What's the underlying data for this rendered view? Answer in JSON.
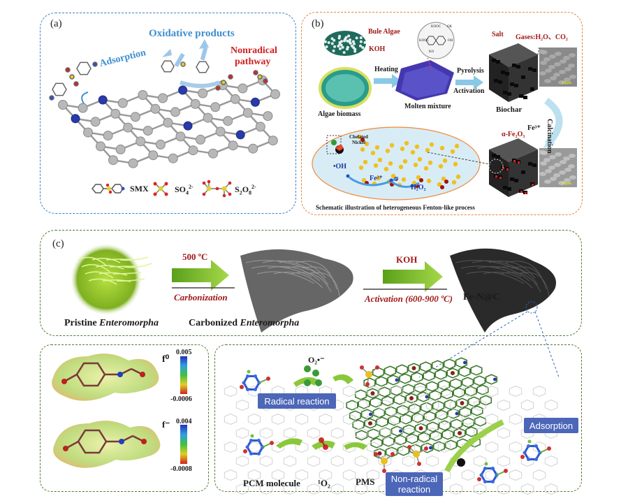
{
  "panel_a": {
    "label": "(a)",
    "adsorption": "Adsorption",
    "oxidative_products": "Oxidative products",
    "nonradical_pathway": [
      "Nonradical",
      "pathway"
    ],
    "legend": {
      "smx": "SMX",
      "so4": "SO",
      "so4_sup": "4",
      "so4_sup2": "2-",
      "s2o8_a": "S",
      "s2o8_b": "2",
      "s2o8_c": "O",
      "s2o8_d": "8",
      "s2o8_e": "2-"
    }
  },
  "panel_b": {
    "label": "(b)",
    "bule_algae": "Bule Algae",
    "koh": "KOH",
    "heating": "Heating",
    "algae_biomass": "Algae biomass",
    "molten_mixture": "Molten mixture",
    "pyrolysis": "Pyrolysis",
    "activation": "Activation",
    "biochar": "Biochar",
    "salt": "Salt",
    "gases": "Gases:H₂O、CO₂",
    "calcination": "Calcination",
    "fe3": "Fe³⁺",
    "alpha_fe2o3": "α-Fe₂O₃",
    "chelated_nickel": [
      "Chelated",
      "Nickel"
    ],
    "oh": "•OH",
    "fe2": "Fe²⁺",
    "h2o2": "H₂O₂",
    "scale_1": "10μm",
    "scale_2": "10μm",
    "koc_labels": [
      "KOOC",
      "OK",
      "KOOC",
      "OH",
      "KO"
    ],
    "schematic": "Schematic illustration of heterogeneous Fenton-like process"
  },
  "panel_c": {
    "label": "(c)",
    "temp": "500 ºC",
    "carbonization": "Carbonization",
    "koh": "KOH",
    "activation": "Activation (600-900 ºC)",
    "pristine_a": "Pristine ",
    "pristine_b": "Enteromorpha",
    "carbonized_a": "Carbonized ",
    "carbonized_b": "Enteromorpha",
    "fenc": "Fe-N@C",
    "f0": "f⁰",
    "fminus": "f⁻",
    "cb1_top": "0.005",
    "cb1_bot": "-0.0006",
    "cb2_top": "0.004",
    "cb2_bot": "-0.0008",
    "o2_radical": "O₂•⁻",
    "radical_reaction": "Radical reaction",
    "adsorption": "Adsorption",
    "pcm": "PCM molecule",
    "singlet_o2": "¹O₂",
    "pms": "PMS",
    "non_radical": [
      "Non-radical",
      "reaction"
    ]
  },
  "colors": {
    "panel_a_border": "#3b7fd0",
    "panel_b_border": "#e8823a",
    "panel_c_border": "#4f7a2a",
    "box_blue": "#4c66b8",
    "arrow_green": "#7fbf2a",
    "oxidative_blue": "#3d8fd0",
    "nonradical_red": "#d02020"
  }
}
